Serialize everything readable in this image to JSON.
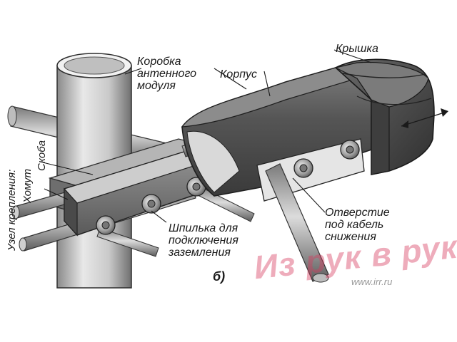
{
  "labels": {
    "box": "Коробка\nантенного\nмодуля",
    "body": "Корпус",
    "cover": "Крышка",
    "mount": "Узел крепления:",
    "clamp": "Хомут",
    "bracket": "Скоба",
    "stud": "Шпилька для\nподключения\nзаземления",
    "hole": "Отверстие\nпод кабель\nснижения",
    "fig": "б)"
  },
  "watermark": {
    "text": "Из рук в руки",
    "url": "www.irr.ru",
    "color": "#d63a5e"
  }
}
